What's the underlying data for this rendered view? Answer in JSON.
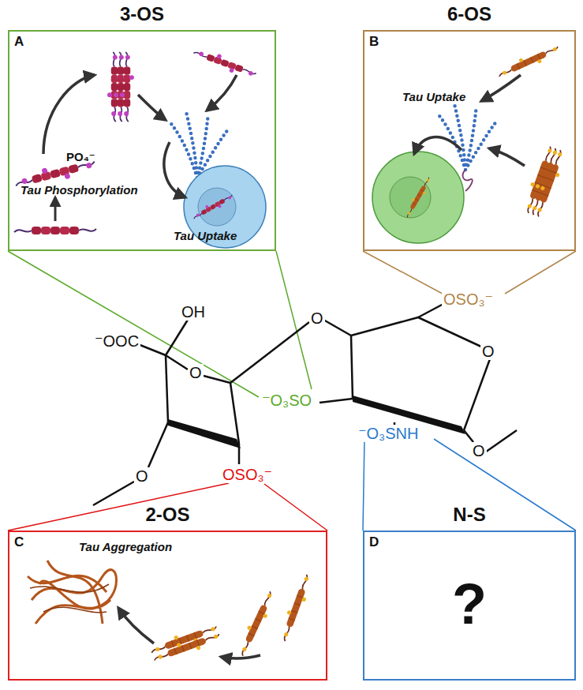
{
  "diagram": {
    "nodes": [
      {
        "text": [
          "3-OS",
          "A",
          "PO₄⁻",
          "Tau Phosphorylation",
          "Tau Uptake"
        ]
      },
      {
        "text": [
          "6-OS",
          "B",
          "Tau Uptake"
        ]
      },
      {
        "text": [
          "2-OS",
          "C",
          "Tau Aggregation"
        ]
      },
      {
        "text": [
          "N-S",
          "D",
          "?"
        ]
      }
    ],
    "labels": [
      "⁻OOC",
      "OH",
      "O",
      "O",
      "⁻O₃SO",
      "OSO₃⁻",
      "O",
      "⁻O₃SNH",
      "O",
      "O",
      "OSO₃⁻"
    ]
  }
}
